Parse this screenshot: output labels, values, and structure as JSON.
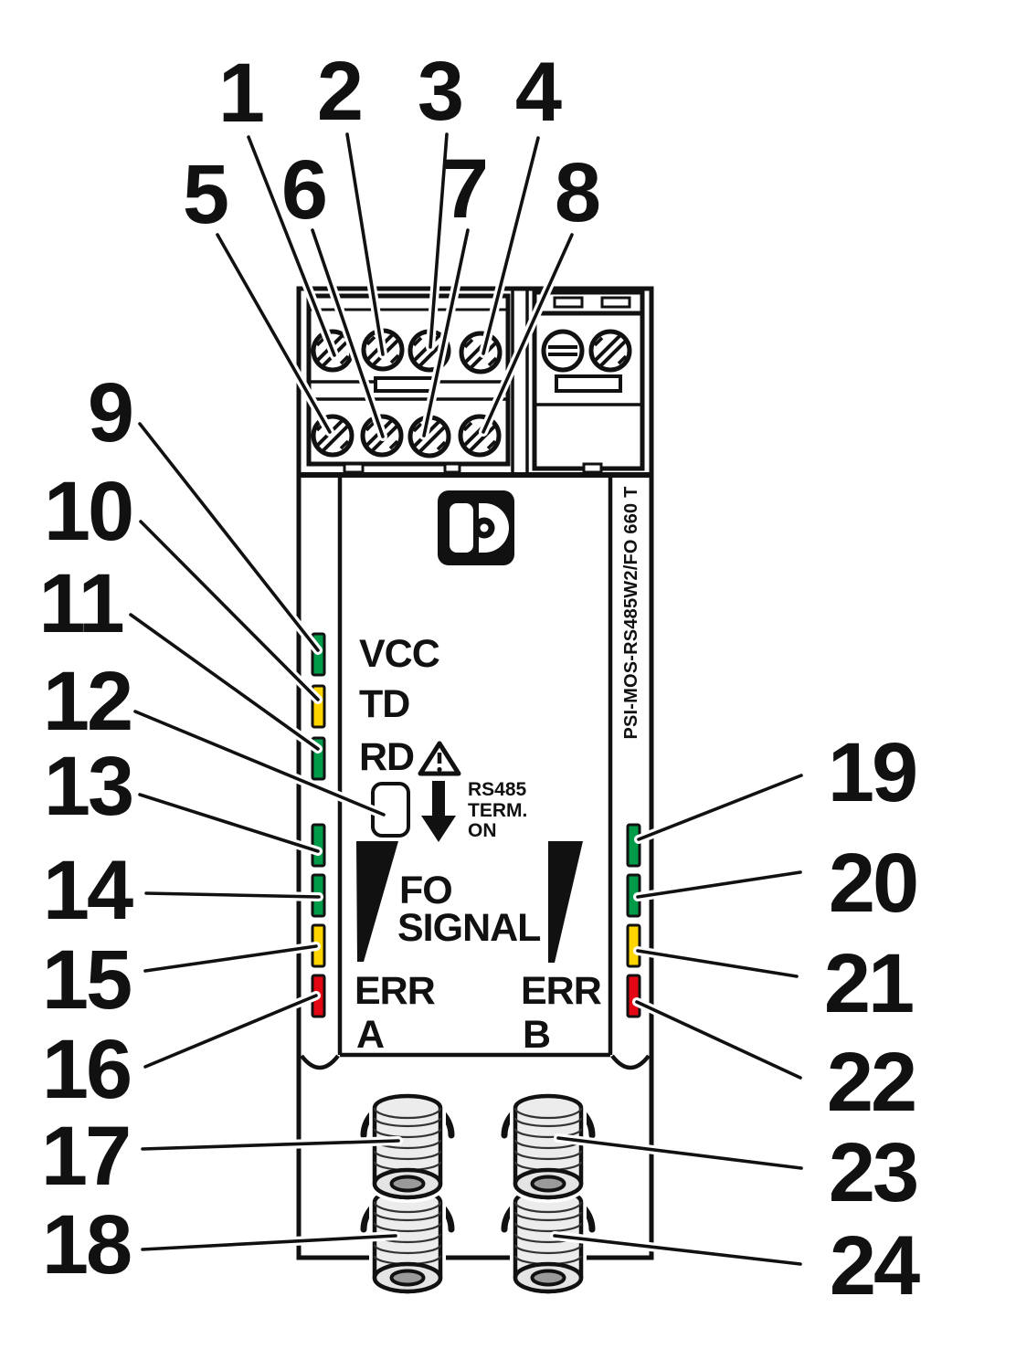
{
  "figure": {
    "type": "device-callout-diagram",
    "description": "Front view of an RS-485 / fiber-optic converter module with numbered callouts 1-24",
    "ink": "#111111",
    "background": "#ffffff"
  },
  "device": {
    "model": "PSI-MOS-RS485W2/FO 660 T",
    "brand": "phoenix-contact",
    "labels": {
      "vcc": "VCC",
      "td": "TD",
      "rd": "RD",
      "rs485_term": "RS485\nTERM.\nON",
      "fo": "FO",
      "signal": "SIGNAL",
      "err": "ERR",
      "port_a": "A",
      "port_b": "B"
    },
    "leds": {
      "left": [
        {
          "name": "vcc-led",
          "color": "#009B48"
        },
        {
          "name": "td-led",
          "color": "#FFD500"
        },
        {
          "name": "rd-led",
          "color": "#009B48"
        },
        {
          "name": "fo-signal-a-green-led-1",
          "color": "#009B48"
        },
        {
          "name": "fo-signal-a-green-led-2",
          "color": "#009B48"
        },
        {
          "name": "fo-signal-a-yellow-led",
          "color": "#FFD500"
        },
        {
          "name": "err-a-led",
          "color": "#E30613"
        }
      ],
      "right": [
        {
          "name": "fo-signal-b-green-led-1",
          "color": "#009B48"
        },
        {
          "name": "fo-signal-b-green-led-2",
          "color": "#009B48"
        },
        {
          "name": "fo-signal-b-yellow-led",
          "color": "#FFD500"
        },
        {
          "name": "err-b-led",
          "color": "#E30613"
        }
      ]
    },
    "connector_fill": "#ECECEC",
    "connector_hole": "#9A9A9A"
  },
  "callouts": {
    "numbers": [
      "1",
      "2",
      "3",
      "4",
      "5",
      "6",
      "7",
      "8",
      "9",
      "10",
      "11",
      "12",
      "13",
      "14",
      "15",
      "16",
      "17",
      "18",
      "19",
      "20",
      "21",
      "22",
      "23",
      "24"
    ]
  }
}
